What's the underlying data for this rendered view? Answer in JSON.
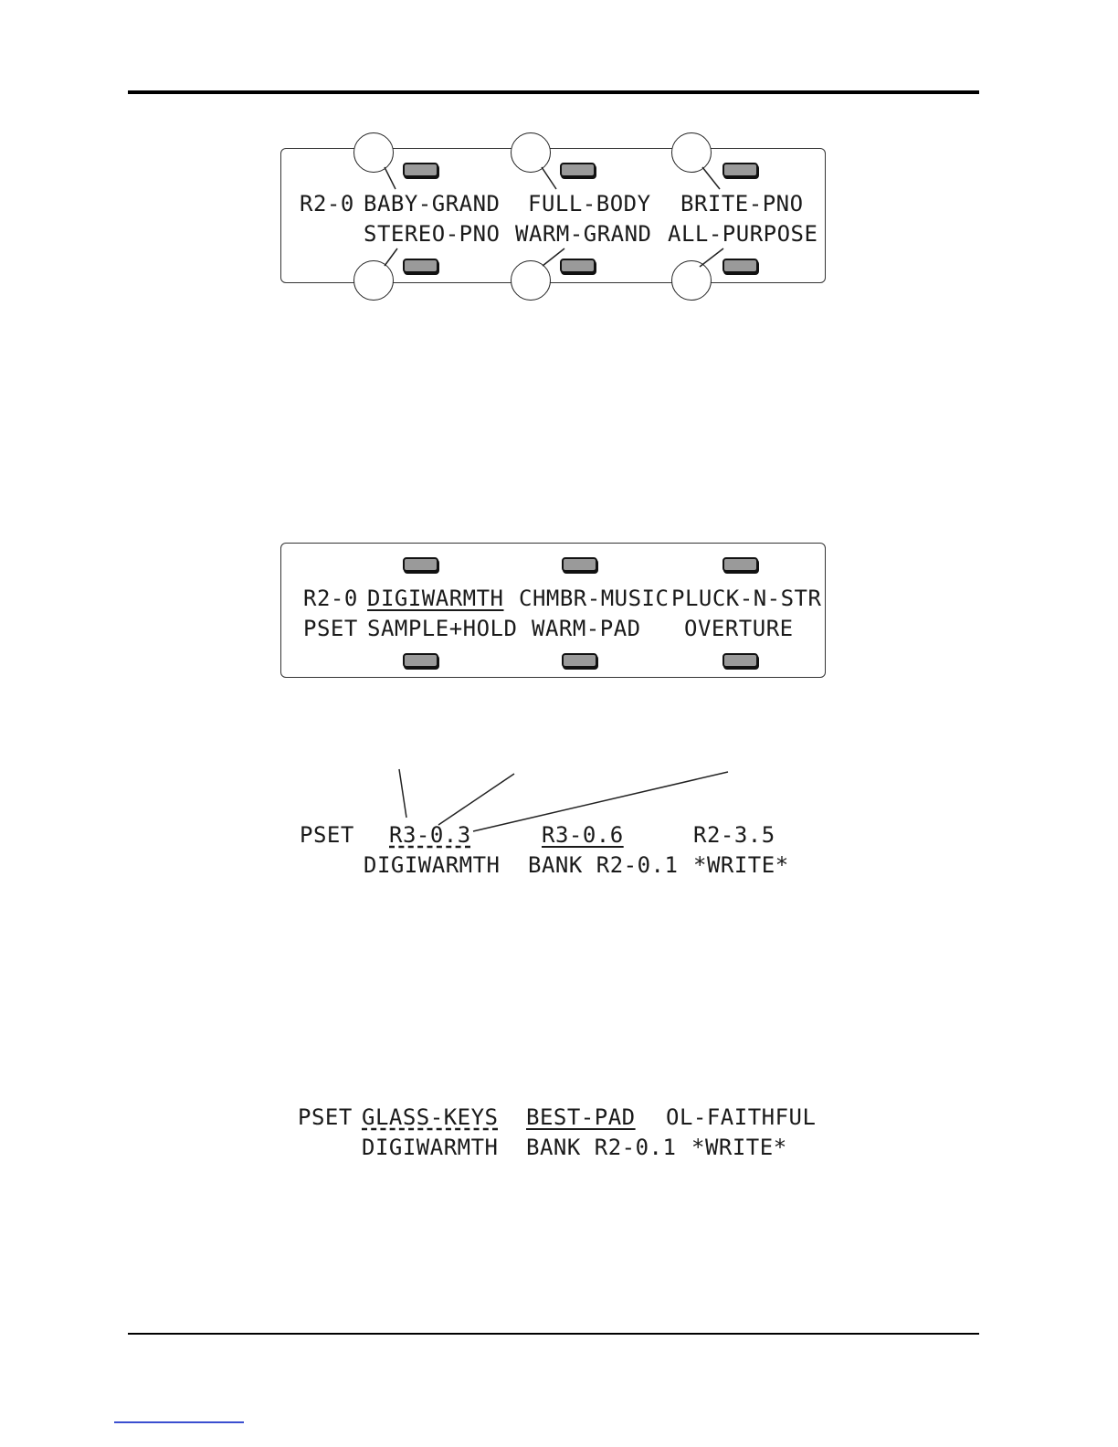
{
  "panel1": {
    "bank": "R2-0",
    "top": [
      "BABY-GRAND",
      "FULL-BODY",
      "BRITE-PNO"
    ],
    "bottom": [
      "STEREO-PNO",
      "WARM-GRAND",
      "ALL-PURPOSE"
    ]
  },
  "panel2": {
    "bank": "R2-0",
    "mode": "PSET",
    "top": [
      "DIGIWARMTH",
      "CHMBR-MUSIC",
      "PLUCK-N-STR"
    ],
    "bottom": [
      "SAMPLE+HOLD",
      "WARM-PAD",
      "OVERTURE"
    ]
  },
  "display3": {
    "mode": "PSET",
    "top": [
      "R3-0.3",
      "R3-0.6",
      "R2-3.5"
    ],
    "bottom": [
      "DIGIWARMTH",
      "BANK R2-0.1",
      "*WRITE*"
    ]
  },
  "display4": {
    "mode": "PSET",
    "top": [
      "GLASS-KEYS",
      "BEST-PAD",
      "OL-FAITHFUL"
    ],
    "bottom": [
      "DIGIWARMTH",
      "BANK R2-0.1",
      "*WRITE*"
    ]
  }
}
